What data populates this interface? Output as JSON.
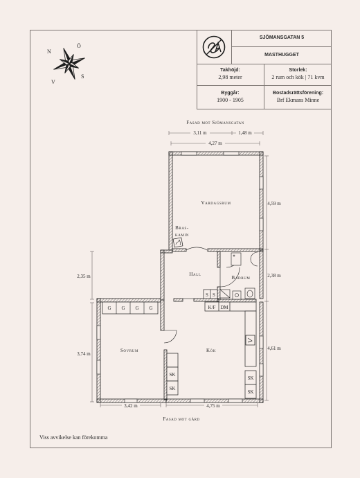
{
  "title_block": {
    "street": "SJÖMANSGATAN 5",
    "area": "MASTHUGGET",
    "ceiling_label": "Takhöjd:",
    "ceiling_value": "2,98 meter",
    "size_label": "Storlek:",
    "size_value": "2 rum och kök | 71 kvm",
    "built_label": "Byggår:",
    "built_value": "1900 - 1905",
    "assoc_label": "Bostadsrättsförening:",
    "assoc_value": "Brf Ekmans Minne"
  },
  "compass": {
    "n": "N",
    "o": "Ö",
    "s": "S",
    "v": "V"
  },
  "facades": {
    "top": "Fasad mot Sjömansgatan",
    "bottom": "Fasad mot gård"
  },
  "dimensions": {
    "top_left": "3,11 m",
    "top_right": "1,48 m",
    "top_total": "4,27 m",
    "right_upper": "4,59 m",
    "right_middle": "2,38 m",
    "right_lower": "4,61 m",
    "left_upper": "2,35 m",
    "left_lower": "3,74 m",
    "bottom_left": "3,42 m",
    "bottom_right": "4,75 m"
  },
  "rooms": {
    "vardagsrum": "Vardagsrum",
    "braskamin_1": "Bras-",
    "braskamin_2": "kamin",
    "hall": "Hall",
    "badrum": "Badrum",
    "sovrum": "Sovrum",
    "kok": "Kök"
  },
  "fixtures": {
    "g": "G",
    "s": "S",
    "kf": "K/F",
    "dm": "DM",
    "sk": "SK"
  },
  "footnote": "Viss avvikelse kan förekomma"
}
